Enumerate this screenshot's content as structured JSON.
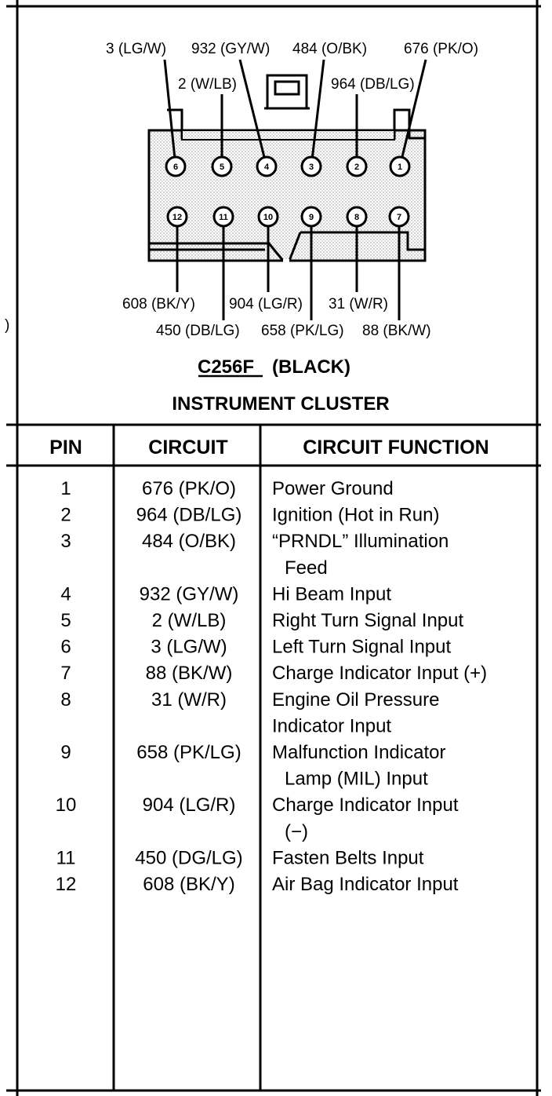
{
  "connector": {
    "name": "C256F",
    "color_label": "(BLACK)",
    "component": "INSTRUMENT CLUSTER",
    "stray_mark": ")",
    "wire_labels": {
      "p1": "676 (PK/O)",
      "p2": "964 (DB/LG)",
      "p3": "484 (O/BK)",
      "p4": "932 (GY/W)",
      "p5": "2 (W/LB)",
      "p6": "3 (LG/W)",
      "p7": "88 (BK/W)",
      "p8": "31 (W/R)",
      "p9": "658 (PK/LG)",
      "p10": "904 (LG/R)",
      "p11": "450 (DB/LG)",
      "p12": "608 (BK/Y)"
    },
    "pin_numbers": {
      "p1": "1",
      "p2": "2",
      "p3": "3",
      "p4": "4",
      "p5": "5",
      "p6": "6",
      "p7": "7",
      "p8": "8",
      "p9": "9",
      "p10": "10",
      "p11": "11",
      "p12": "12"
    }
  },
  "table": {
    "headers": {
      "pin": "PIN",
      "circuit": "CIRCUIT",
      "function": "CIRCUIT FUNCTION"
    },
    "rows": [
      {
        "pin": "1",
        "circuit": "676 (PK/O)",
        "function": [
          "Power Ground"
        ]
      },
      {
        "pin": "2",
        "circuit": "964 (DB/LG)",
        "function": [
          "Ignition (Hot in Run)"
        ]
      },
      {
        "pin": "3",
        "circuit": "484 (O/BK)",
        "function": [
          "“PRNDL” Illumination",
          "Feed"
        ]
      },
      {
        "pin": "4",
        "circuit": "932 (GY/W)",
        "function": [
          "Hi Beam Input"
        ]
      },
      {
        "pin": "5",
        "circuit": "2 (W/LB)",
        "function": [
          "Right Turn Signal Input"
        ]
      },
      {
        "pin": "6",
        "circuit": "3 (LG/W)",
        "function": [
          "Left Turn Signal Input"
        ]
      },
      {
        "pin": "7",
        "circuit": "88 (BK/W)",
        "function": [
          "Charge Indicator Input (+)"
        ]
      },
      {
        "pin": "8",
        "circuit": "31 (W/R)",
        "function": [
          "Engine Oil Pressure",
          "Indicator  Input"
        ]
      },
      {
        "pin": "9",
        "circuit": "658 (PK/LG)",
        "function": [
          "Malfunction Indicator",
          "Lamp (MIL) Input"
        ]
      },
      {
        "pin": "10",
        "circuit": "904 (LG/R)",
        "function": [
          "Charge Indicator Input",
          "(−)"
        ]
      },
      {
        "pin": "11",
        "circuit": "450 (DG/LG)",
        "function": [
          "Fasten Belts Input"
        ]
      },
      {
        "pin": "12",
        "circuit": "608 (BK/Y)",
        "function": [
          "Air Bag Indicator Input"
        ]
      }
    ]
  }
}
